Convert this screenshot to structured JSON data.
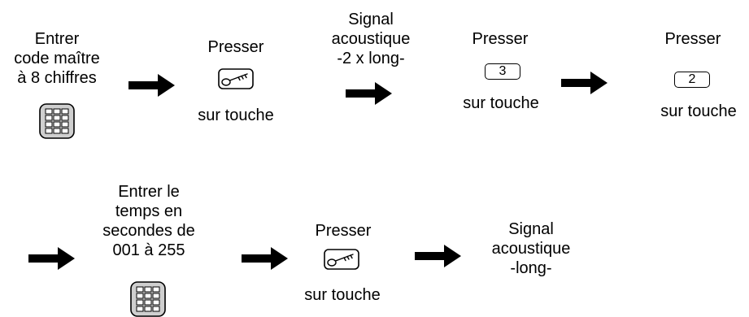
{
  "colors": {
    "ink": "#000000",
    "keypad_fill": "#cfcfcf",
    "background": "#ffffff"
  },
  "icons": [
    "keypad-icon",
    "key-icon",
    "arrow-right-icon"
  ],
  "row1": {
    "step1": {
      "text": "Entrer\ncode maître\nà 8 chiffres"
    },
    "step2": {
      "top": "Presser",
      "bottom": "sur touche"
    },
    "step3": {
      "text": "Signal\nacoustique\n-2 x long-"
    },
    "step4": {
      "top": "Presser",
      "key": "3",
      "bottom": "sur touche"
    },
    "step5": {
      "top": "Presser",
      "key": "2",
      "bottom": "sur touche"
    }
  },
  "row2": {
    "step1": {
      "text": "Entrer le\ntemps en\nsecondes de\n001  à  255"
    },
    "step2": {
      "top": "Presser",
      "bottom": "sur touche"
    },
    "step3": {
      "text": "Signal\nacoustique\n-long-"
    }
  }
}
